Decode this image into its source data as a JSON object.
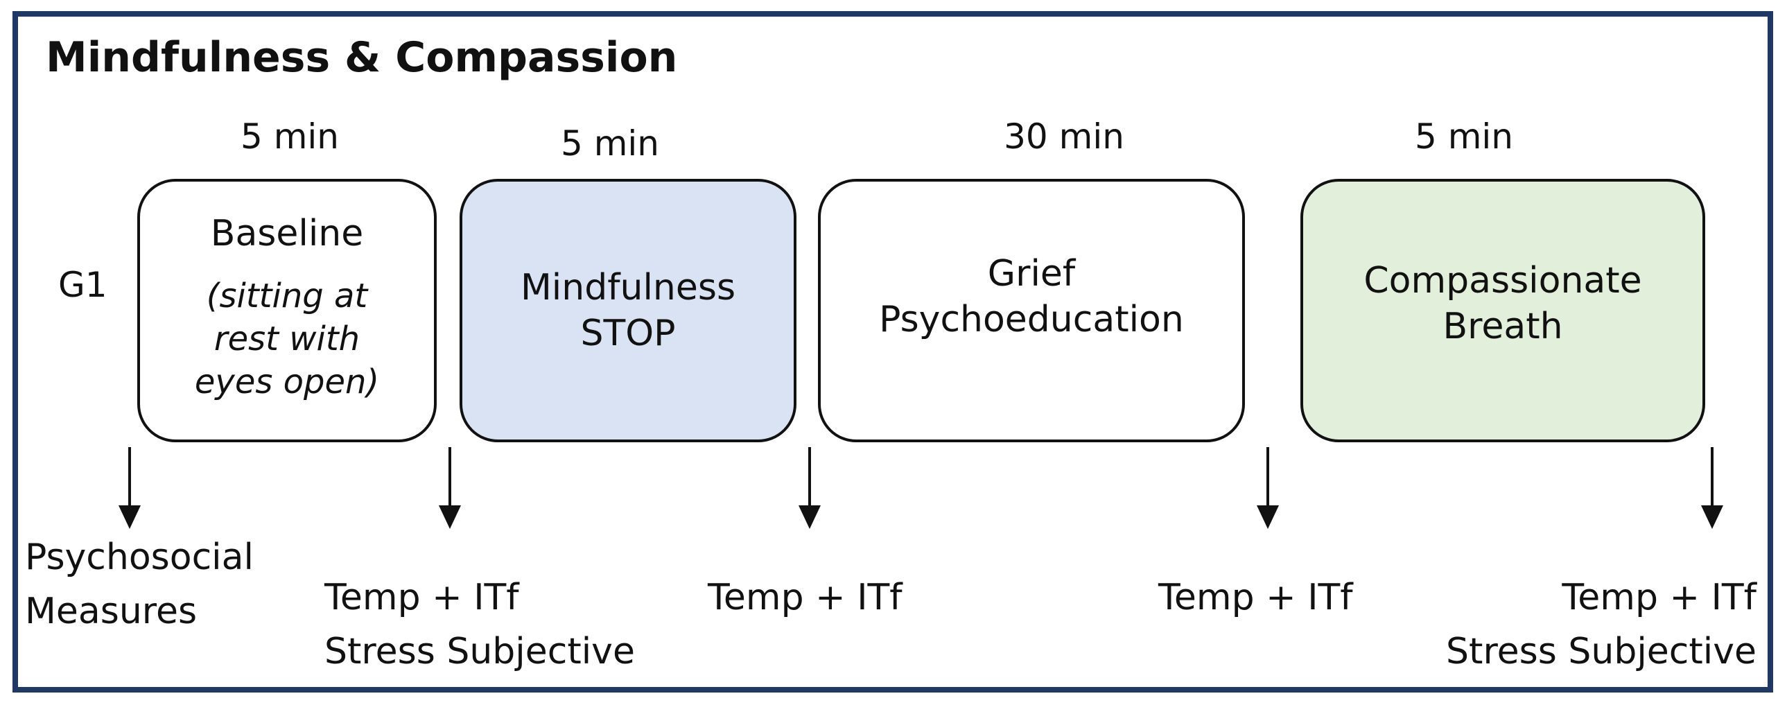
{
  "title": "Mindfulness & Compassion",
  "group_label": "G1",
  "colors": {
    "frame": "#1f3864",
    "mindfulness_fill": "#dae3f3",
    "compassion_fill": "#e2efda",
    "plain_fill": "#ffffff"
  },
  "phases": [
    {
      "duration": "5 min",
      "label": "Baseline",
      "note": "(sitting at\nrest with\neyes open)"
    },
    {
      "duration": "5 min",
      "label": "Mindfulness\nSTOP"
    },
    {
      "duration": "30 min",
      "label": "Grief\nPsychoeducation"
    },
    {
      "duration": "5 min",
      "label": "Compassionate\nBreath"
    }
  ],
  "measurements": [
    "Psychosocial\nMeasures",
    "Temp + ITf\nStress Subjective",
    "Temp + ITf",
    "Temp + ITf",
    "Temp + ITf\nStress Subjective"
  ]
}
